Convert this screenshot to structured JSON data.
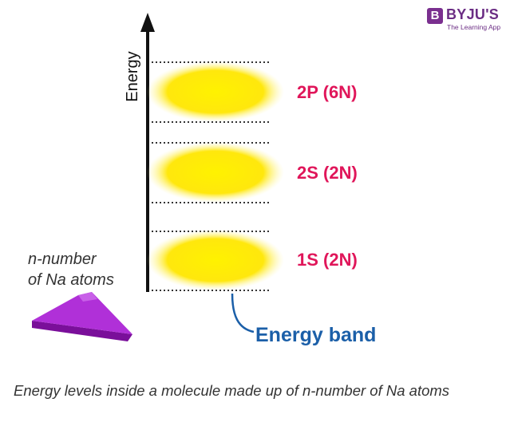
{
  "logo": {
    "mark": "B",
    "name": "BYJU'S",
    "tagline": "The Learning App"
  },
  "axis": {
    "label": "Energy"
  },
  "bands": [
    {
      "label": "2P (6N)"
    },
    {
      "label": "2S (2N)"
    },
    {
      "label": "1S (2N)"
    }
  ],
  "atoms_label": {
    "line1": "n-number",
    "line2": "of Na atoms"
  },
  "energy_band_label": "Energy band",
  "caption": "Energy levels inside a molecule made up of n-number of Na atoms",
  "colors": {
    "band_fill": "#ffe600",
    "band_label": "#e0165a",
    "pointer": "#1b5fa8",
    "prism": "#a020c0"
  }
}
